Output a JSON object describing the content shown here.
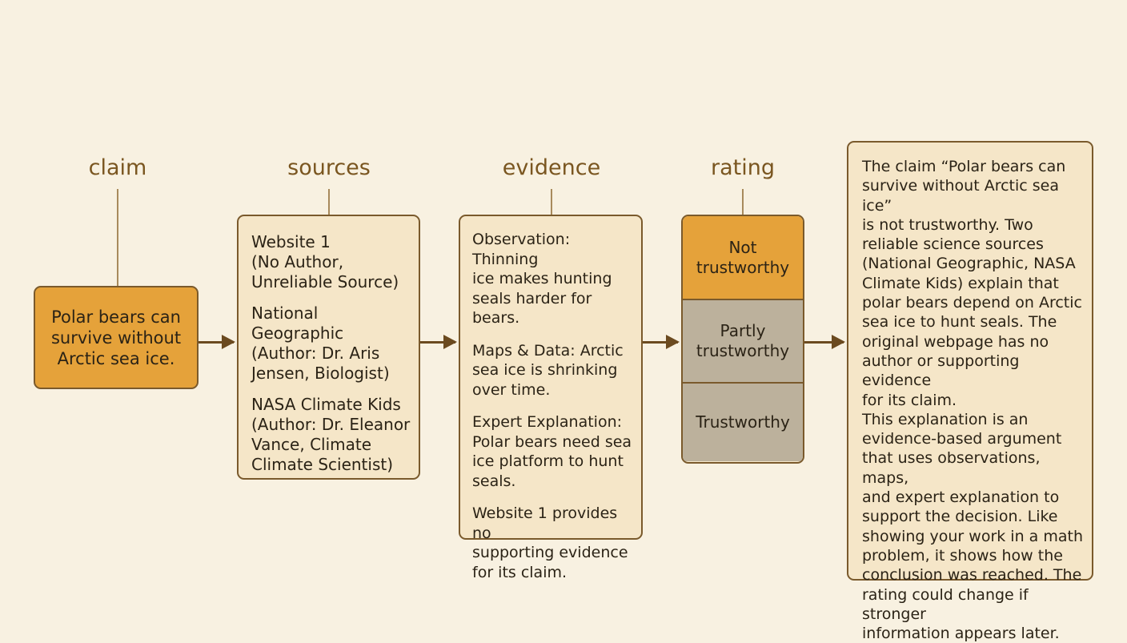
{
  "headings": {
    "claim": "claim",
    "sources": "sources",
    "evidence": "evidence",
    "rating": "rating"
  },
  "claim": {
    "text": "Polar bears can\nsurvive without\nArctic sea ice."
  },
  "sources": [
    "Website 1\n(No Author,\nUnreliable Source)",
    "National Geographic\n(Author: Dr. Aris\nJensen, Biologist)",
    "NASA Climate Kids\n(Author: Dr. Eleanor\nVance, Climate\nClimate Scientist)"
  ],
  "evidence": [
    "Observation: Thinning\nice makes hunting\nseals harder for bears.",
    "Maps & Data: Arctic\nsea ice is shrinking\nover time.",
    "Expert Explanation:\nPolar bears need sea\nice platform to hunt\nseals.",
    "Website 1 provides no\nsupporting evidence\nfor its claim."
  ],
  "rating": {
    "not_trustworthy": "Not\ntrustworthy",
    "partly_trustworthy": "Partly\ntrustworthy",
    "trustworthy": "Trustworthy"
  },
  "summary": {
    "paragraph1": "The claim “Polar bears can\nsurvive without Arctic sea ice”\nis not trustworthy. Two\nreliable science sources\n(National Geographic, NASA\nClimate Kids) explain that\npolar bears depend on Arctic\nsea ice to hunt seals. The\noriginal webpage has no\nauthor or supporting evidence\nfor its claim.",
    "paragraph2": "This explanation is an\nevidence-based argument\nthat uses observations, maps,\nand expert explanation to\nsupport the decision. Like\nshowing your work in a math\nproblem, it shows how the\nconclusion was reached. The\nrating could change if stronger\ninformation appears later."
  },
  "colors": {
    "background": "#f8f1e1",
    "accent_orange": "#e5a23a",
    "box_fill": "#f5e6c8",
    "muted_fill": "#bcb19c",
    "border": "#7a5a2c",
    "heading_text": "#7a5620"
  }
}
